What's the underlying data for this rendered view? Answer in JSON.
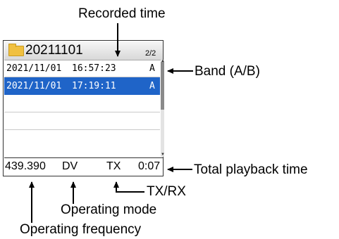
{
  "screen": {
    "folder_name": "20211101",
    "page_indicator": "2/2",
    "rows": [
      {
        "date": "2021/11/01",
        "time": "16:57:23",
        "band": "A",
        "selected": false
      },
      {
        "date": "2021/11/01",
        "time": "17:19:11",
        "band": "A",
        "selected": true
      }
    ],
    "footer": {
      "frequency": "439.390",
      "mode": "DV",
      "txrx": "TX",
      "playback_time": "0:07"
    }
  },
  "callouts": {
    "recorded_time": "Recorded time",
    "band": "Band (A/B)",
    "total_playback_time": "Total playback time",
    "txrx": "TX/RX",
    "operating_mode": "Operating mode",
    "operating_frequency": "Operating frequency"
  },
  "colors": {
    "selected_row": "#1f64c8",
    "folder_icon": "#f0c040"
  },
  "icons": {
    "folder": "folder-icon",
    "scrollbar": "scrollbar"
  }
}
